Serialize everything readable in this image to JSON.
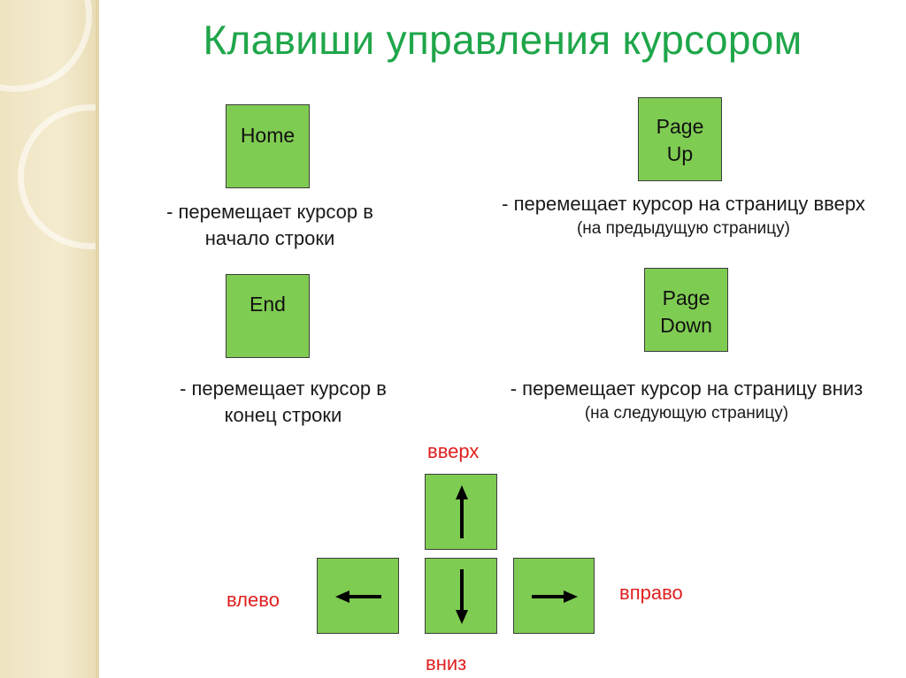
{
  "title": "Клавиши управления курсором",
  "keys": {
    "home": {
      "label": "Home",
      "desc": [
        "- перемещает курсор в",
        "начало строки"
      ]
    },
    "end": {
      "label": "End",
      "desc": [
        "- перемещает курсор в",
        "конец строки"
      ]
    },
    "pageup": {
      "label": [
        "Page",
        "Up"
      ],
      "desc": [
        "- перемещает курсор на страницу вверх",
        "(на предыдущую страницу)"
      ]
    },
    "pagedown": {
      "label": [
        "Page",
        "Down"
      ],
      "desc": [
        "- перемещает курсор на страницу вниз",
        "(на следующую страницу)"
      ]
    }
  },
  "arrows": {
    "up": "вверх",
    "down": "вниз",
    "left": "влево",
    "right": "вправо"
  },
  "colors": {
    "title": "#1fa64a",
    "key_fill": "#7fcc52",
    "arrow_label": "#e02020"
  }
}
